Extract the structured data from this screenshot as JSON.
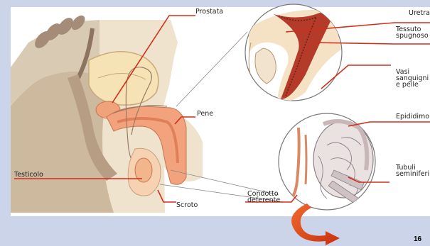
{
  "labels": {
    "prostata": "Prostata",
    "pene": "Pene",
    "testicolo": "Testicolo",
    "scroto": "Scroto",
    "condotto_deferente": "Condotto\ndeferente",
    "uretra": "Uretra",
    "tessuto_spugnoso": "Tessuto\nspugnoso",
    "vasi_sanguigni": "Vasi\nsanguigni\ne pelle",
    "epididimo": "Epididimo",
    "tubuli_seminiferi": "Tubuli\nseminiferi"
  },
  "page_number": "16",
  "colors": {
    "slide_background": "#ccd4ea",
    "illustration_background": "#ffffff",
    "leader_lines": "#d42d1a",
    "erectile_tissue": "#f2a37d",
    "arrow": "#e0411b"
  }
}
